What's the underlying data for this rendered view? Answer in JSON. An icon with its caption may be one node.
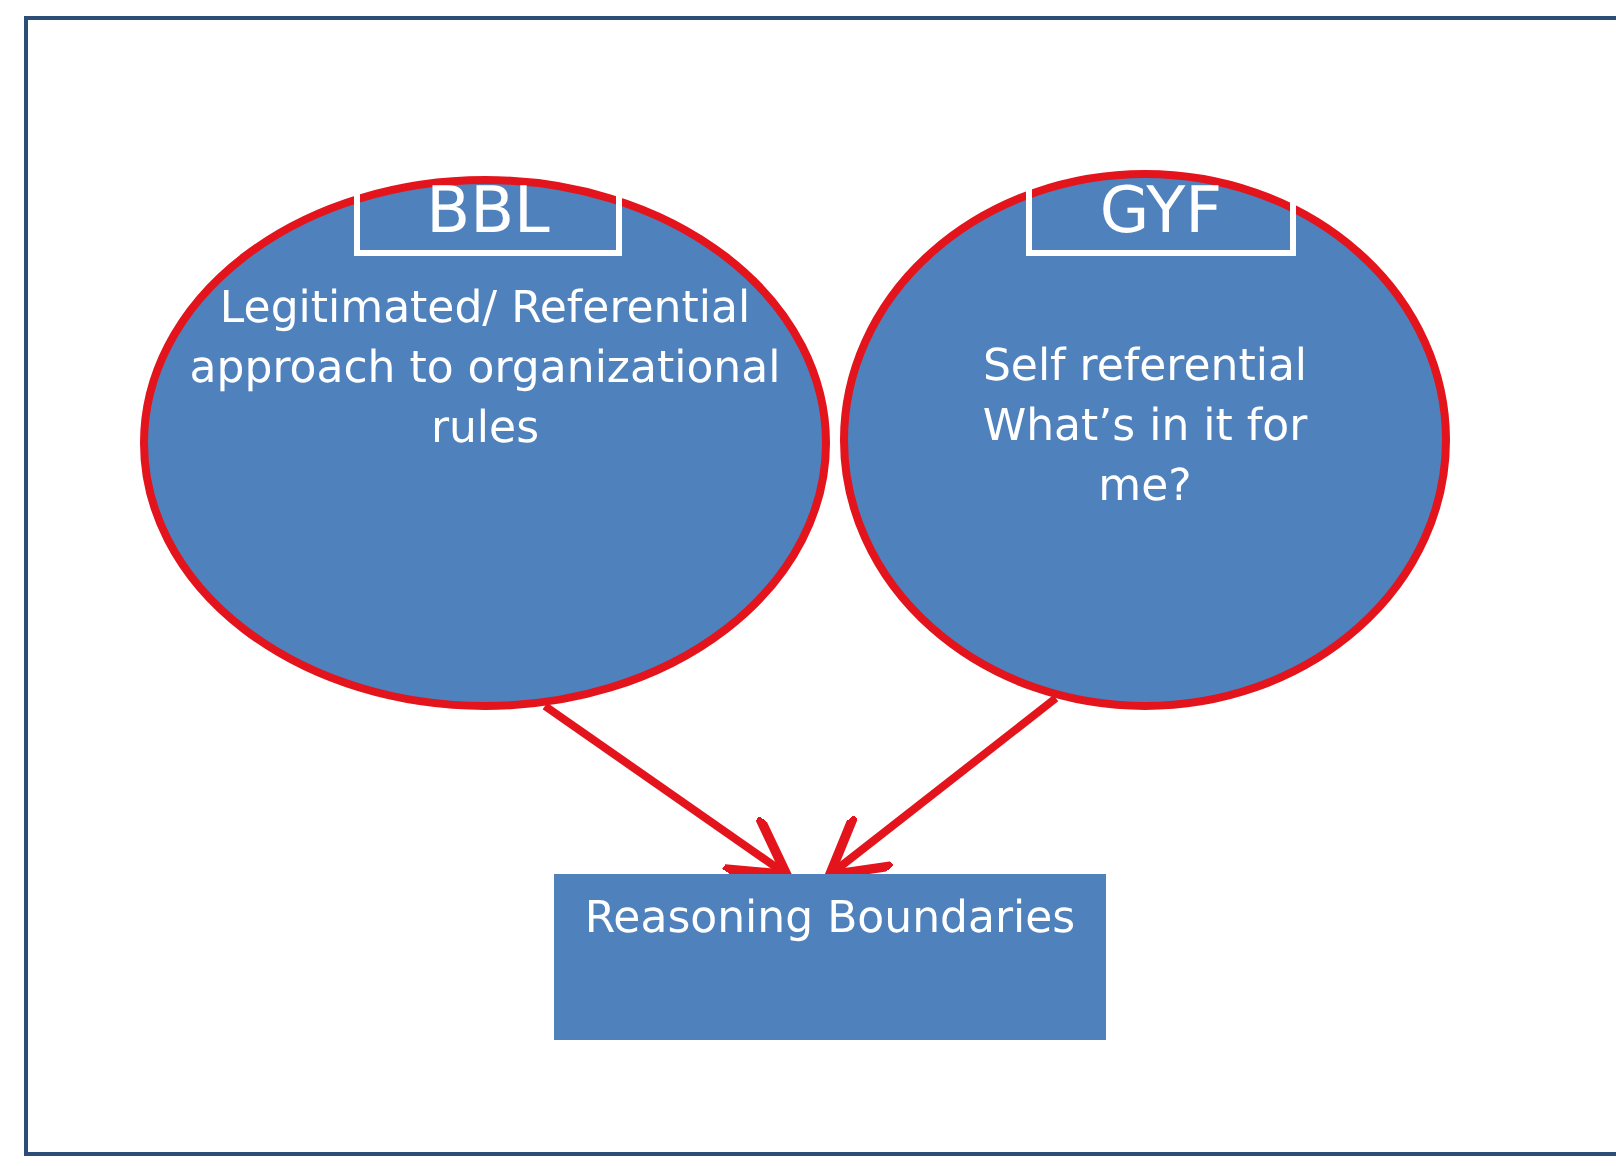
{
  "diagram": {
    "nodes": [
      {
        "text": [
          "BBL",
          "Legitimated/ Referential approach to organizational rules"
        ]
      },
      {
        "text": [
          "GYF",
          "Self referential What’s in it for me?"
        ]
      },
      {
        "text": [
          "Reasoning Boundaries"
        ]
      }
    ],
    "edges": [
      {
        "from": 0,
        "to": 2,
        "arrow": "to"
      },
      {
        "from": 1,
        "to": 2,
        "arrow": "to"
      }
    ]
  }
}
